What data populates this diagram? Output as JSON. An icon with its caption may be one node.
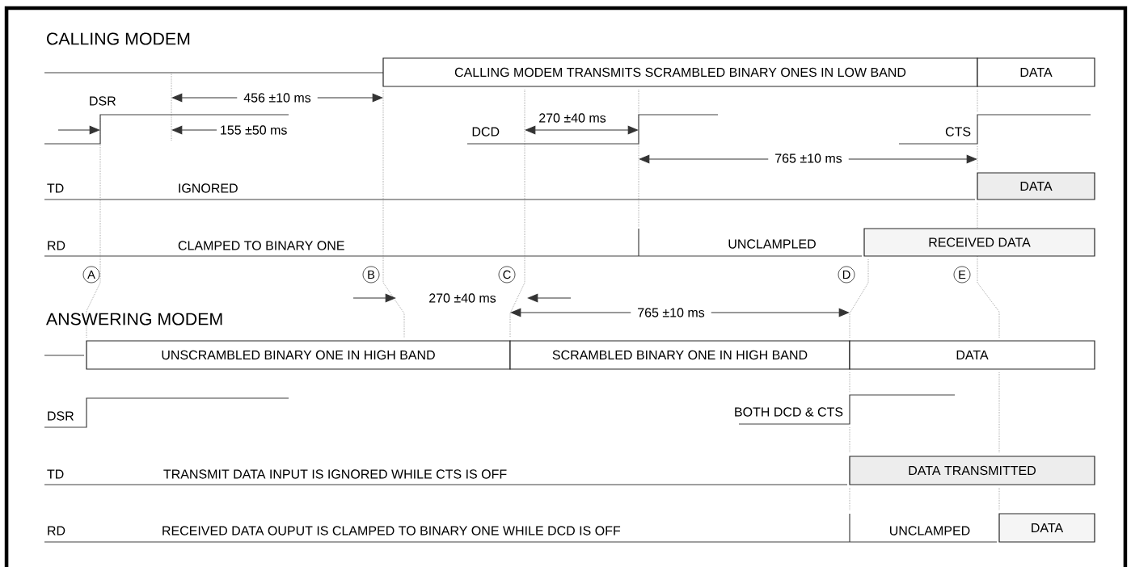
{
  "diagram": {
    "nodes": [
      {
        "text": [
          "CALLING MODEM TRANSMITS SCRAMBLED BINARY ONES IN LOW BAND"
        ]
      },
      {
        "text": [
          "DATA"
        ]
      },
      {
        "text": [
          "DATA"
        ]
      },
      {
        "text": [
          "RECEIVED DATA"
        ]
      },
      {
        "text": [
          "A"
        ]
      },
      {
        "text": [
          "B"
        ]
      },
      {
        "text": [
          "C"
        ]
      },
      {
        "text": [
          "D"
        ]
      },
      {
        "text": [
          "E"
        ]
      },
      {
        "text": [
          "UNSCRAMBLED BINARY ONE IN HIGH BAND"
        ]
      },
      {
        "text": [
          "SCRAMBLED BINARY ONE IN HIGH BAND"
        ]
      },
      {
        "text": [
          "DATA"
        ]
      },
      {
        "text": [
          "DATA TRANSMITTED"
        ]
      },
      {
        "text": [
          "DATA"
        ]
      }
    ],
    "labels": [
      "CALLING MODEM",
      "DSR",
      "456 ±10 ms",
      "155 ±50 ms",
      "270 ±40 ms",
      "DCD",
      "CTS",
      "765 ±10 ms",
      "TD",
      "IGNORED",
      "RD",
      "CLAMPED TO BINARY ONE",
      "UNCLAMPLED",
      "270 ±40 ms",
      "765 ±10 ms",
      "ANSWERING MODEM",
      "DSR",
      "BOTH DCD & CTS",
      "TD",
      "TRANSMIT DATA INPUT IS IGNORED WHILE CTS IS OFF",
      "RD",
      "RECEIVED DATA OUPUT IS CLAMPED TO BINARY ONE WHILE DCD IS OFF",
      "UNCLAMPED"
    ]
  }
}
